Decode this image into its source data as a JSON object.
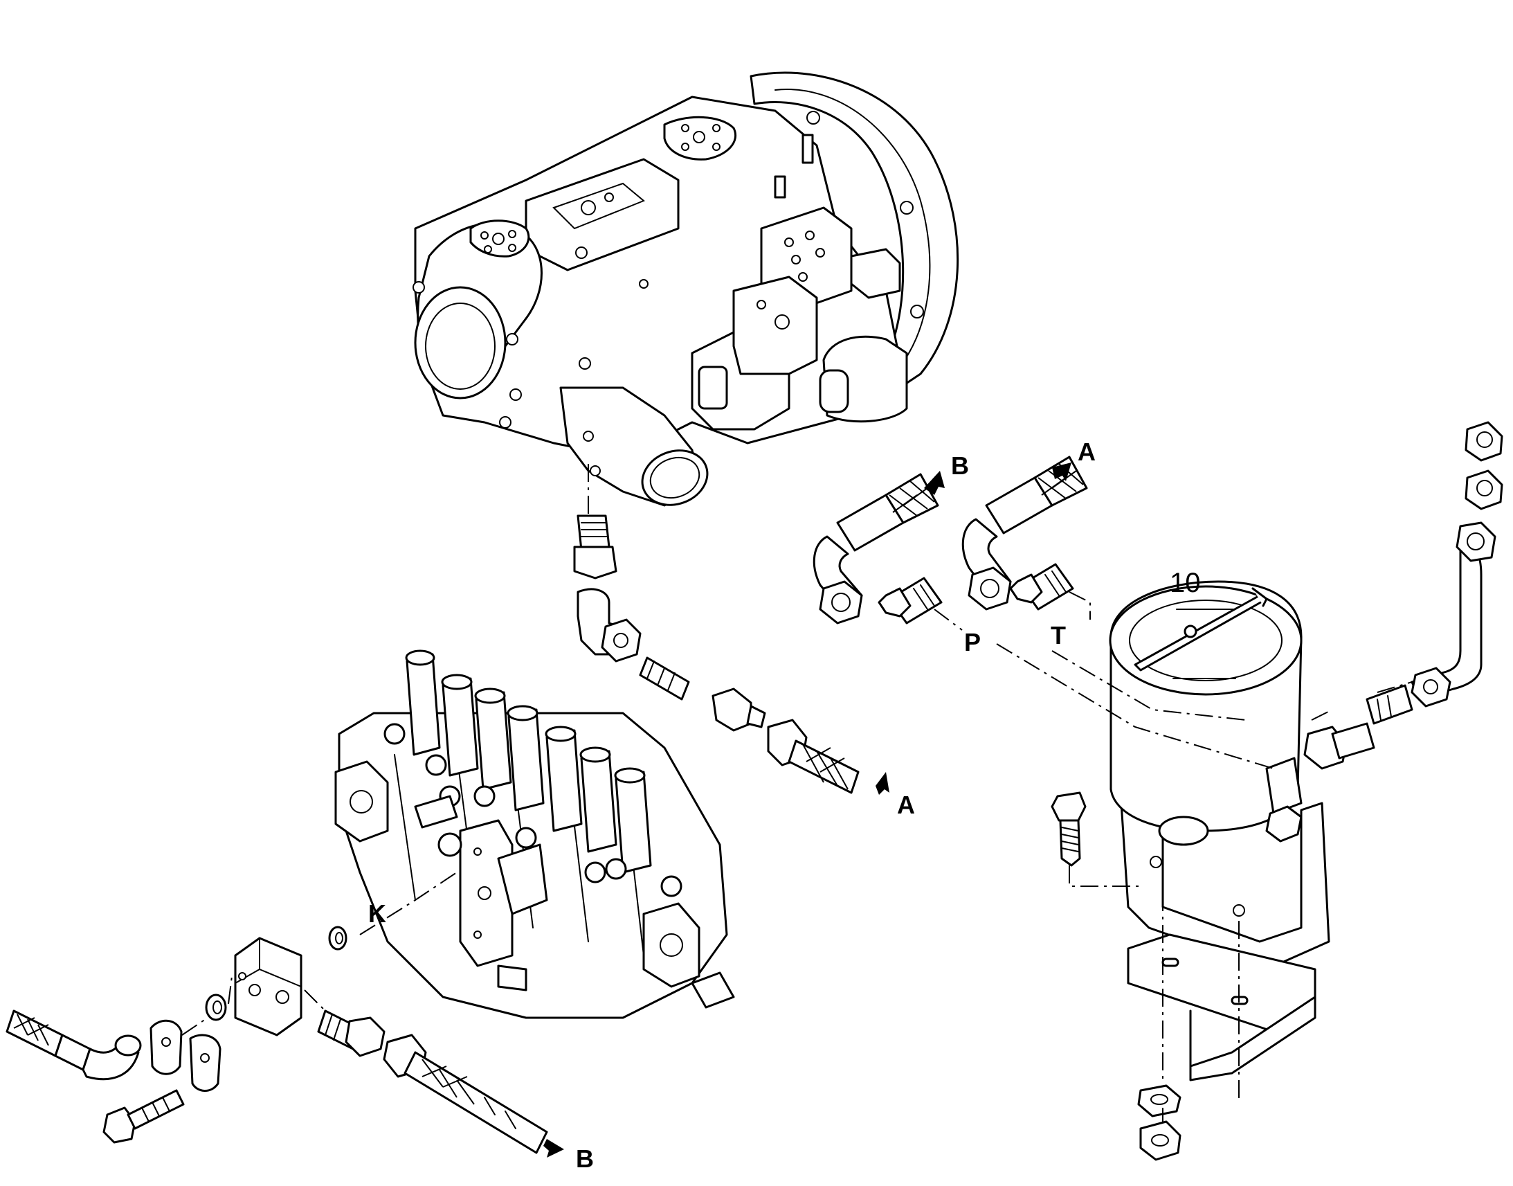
{
  "labels": {
    "item_number": "10",
    "port_a_top": "A",
    "port_b_top": "B",
    "port_p": "P",
    "port_t": "T",
    "port_a_mid": "A",
    "port_k": "K",
    "port_b_bottom": "B"
  },
  "colors": {
    "line": "#000000",
    "background": "#ffffff"
  }
}
